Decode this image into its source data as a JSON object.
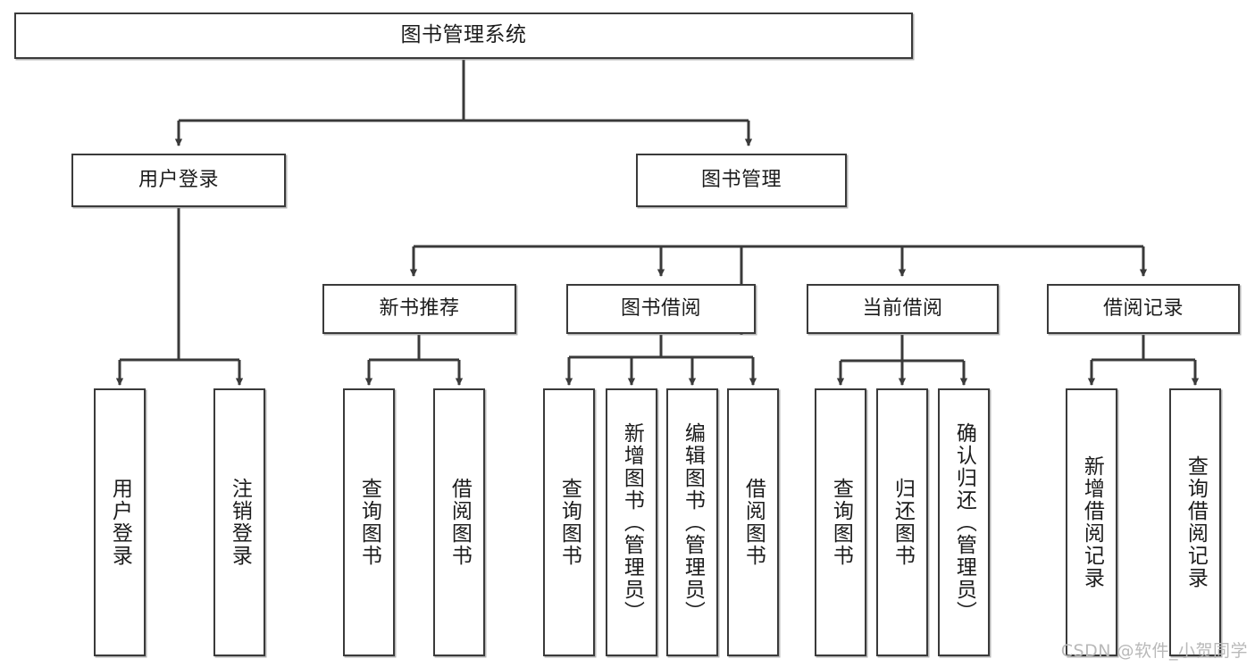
{
  "diagram": {
    "title": "图书管理系统",
    "watermark": "CSDN @软件_小贺同学",
    "colors": {
      "stroke": "#3a3a3a",
      "background": "#ffffff",
      "text": "#1c1c1c",
      "watermark": "#b9b9b9",
      "shadow": "#787878"
    },
    "levels": {
      "root": [
        "图书管理系统"
      ],
      "level2": [
        "用户登录",
        "图书管理"
      ],
      "level3": [
        "新书推荐",
        "图书借阅",
        "当前借阅",
        "借阅记录"
      ],
      "leaves": [
        "用户登录",
        "注销登录",
        "查询图书",
        "借阅图书",
        "查询图书",
        "新增图书（管理员）",
        "编辑图书（管理员）",
        "借阅图书",
        "查询图书",
        "归还图书",
        "确认归还（管理员）",
        "新增借阅记录",
        "查询借阅记录"
      ]
    },
    "nodes": {
      "root": {
        "label": "图书管理系统"
      },
      "user_login": {
        "label": "用户登录"
      },
      "book_manage": {
        "label": "图书管理"
      },
      "new_book_rec": {
        "label": "新书推荐"
      },
      "book_borrow": {
        "label": "图书借阅"
      },
      "current_borrow": {
        "label": "当前借阅"
      },
      "borrow_record": {
        "label": "借阅记录"
      },
      "leaf_user_login": {
        "label": "用户登录"
      },
      "leaf_logout": {
        "label": "注销登录"
      },
      "leaf_query_book_1": {
        "label": "查询图书"
      },
      "leaf_borrow_book_1": {
        "label": "借阅图书"
      },
      "leaf_query_book_2": {
        "label": "查询图书"
      },
      "leaf_add_book_admin": {
        "label": "新增图书（管理员）"
      },
      "leaf_edit_book_admin": {
        "label": "编辑图书（管理员）"
      },
      "leaf_borrow_book_2": {
        "label": "借阅图书"
      },
      "leaf_query_book_3": {
        "label": "查询图书"
      },
      "leaf_return_book": {
        "label": "归还图书"
      },
      "leaf_confirm_return_admin": {
        "label": "确认归还（管理员）"
      },
      "leaf_add_borrow_record": {
        "label": "新增借阅记录"
      },
      "leaf_query_borrow_record": {
        "label": "查询借阅记录"
      }
    }
  }
}
